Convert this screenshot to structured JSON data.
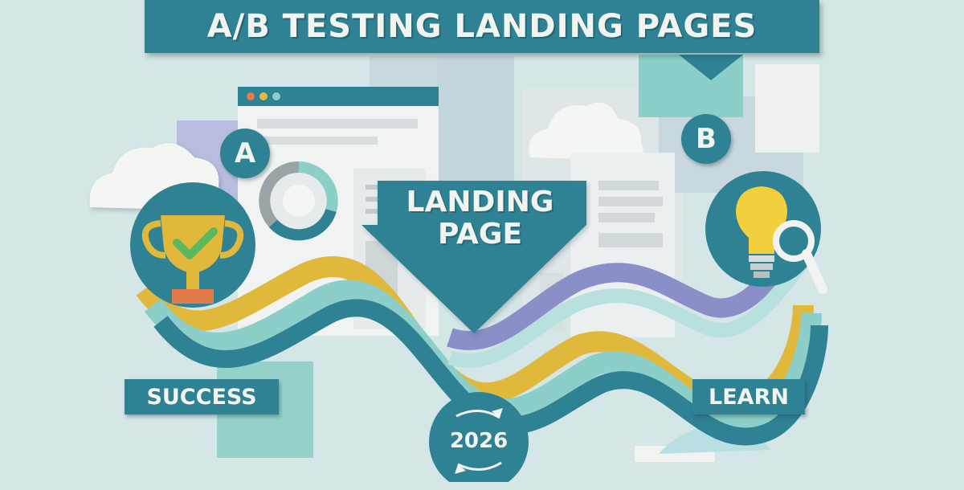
{
  "title": "A/B TESTING LANDING PAGES",
  "variants": {
    "a": "A",
    "b": "B"
  },
  "landing": {
    "line1": "LANDING",
    "line2": "PAGE"
  },
  "labels": {
    "success": "SUCCESS",
    "learn": "LEARN"
  },
  "year": "2026",
  "colors": {
    "background": "#d5e6e6",
    "teal": "#2e8294",
    "mint": "#8ccfc9",
    "purple": "#8a8fc7",
    "gold": "#e0b93c",
    "paper": "#f2f4f0"
  },
  "icons": [
    "trophy-icon",
    "checkmark-icon",
    "lightbulb-icon",
    "magnifier-icon",
    "cycle-arrows-icon",
    "cloud-icon",
    "browser-window-icon"
  ]
}
